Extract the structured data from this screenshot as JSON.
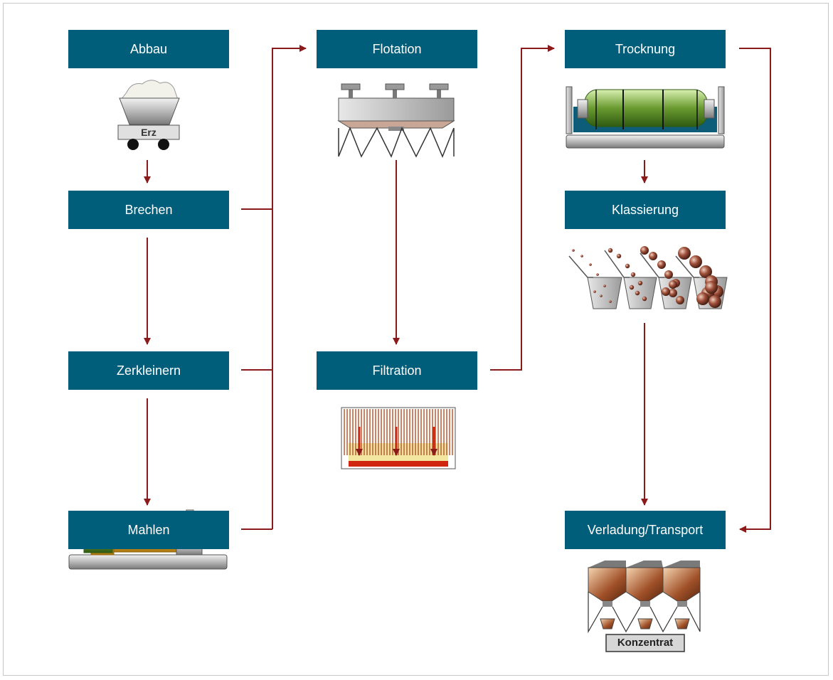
{
  "steps": {
    "abbau": "Abbau",
    "brechen": "Brechen",
    "zerkleinern": "Zerkleinern",
    "mahlen": "Mahlen",
    "flotation": "Flotation",
    "filtration": "Filtration",
    "trocknung": "Trocknung",
    "klassierung": "Klassierung",
    "verladung": "Verladung/Transport"
  },
  "illustrations": {
    "ore_cart_label": "Erz",
    "concentrate_label": "Konzentrat"
  },
  "colors": {
    "box": "#005e7b",
    "arrow": "#8b1a1a",
    "box_text": "#ffffff"
  }
}
